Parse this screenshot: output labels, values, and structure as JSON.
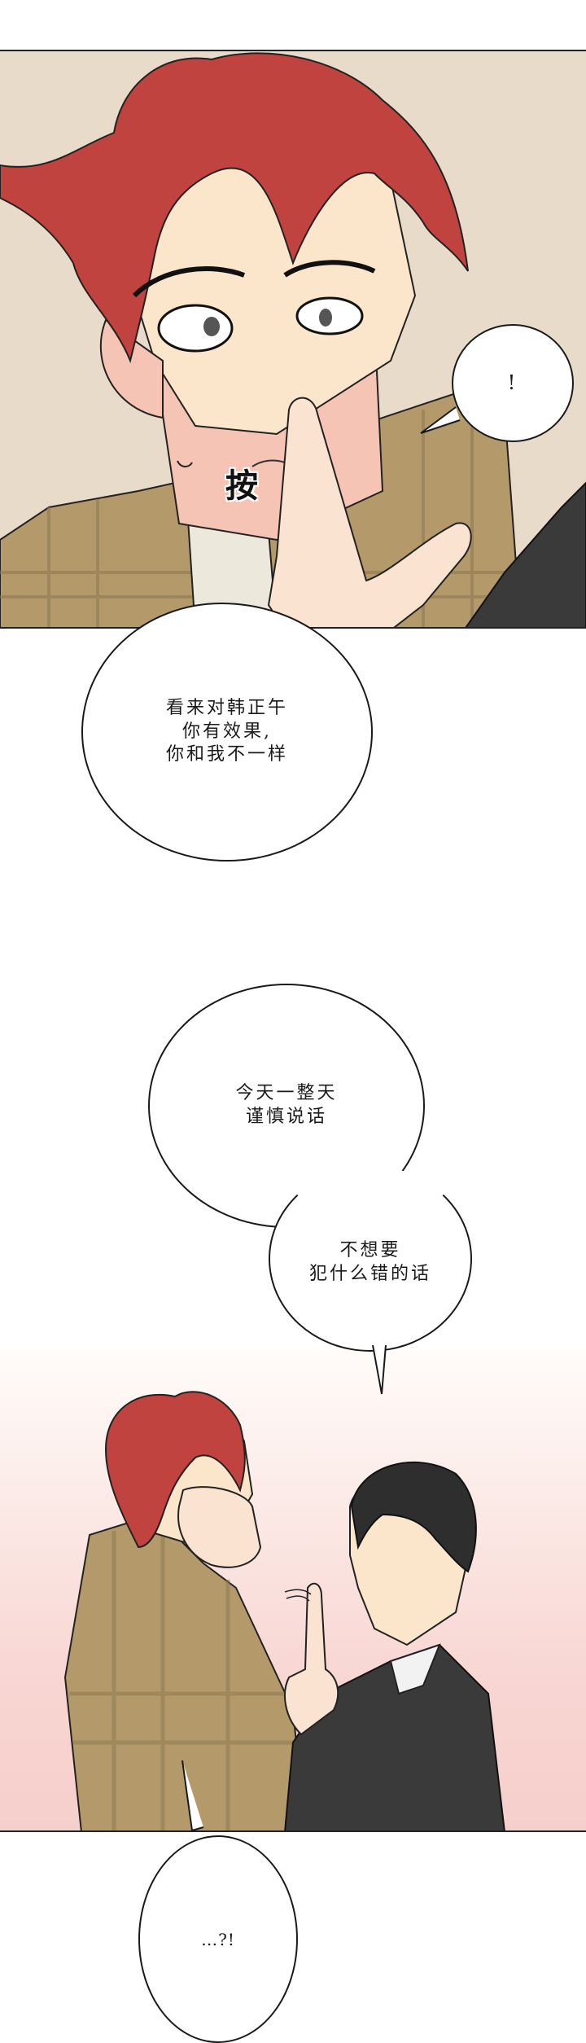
{
  "comic": {
    "panels": [
      {
        "id": "panel-1",
        "description": "close-up of red-haired man being poked on cheek by a finger",
        "sfx": "按",
        "bubbles": [
          {
            "id": "exclaim",
            "text": "!"
          }
        ]
      },
      {
        "id": "panel-2",
        "description": "red-haired man covering mouth while dark-haired man raises a finger",
        "bubbles": []
      }
    ],
    "dialogue": {
      "bubble_1": "看来对韩正午\n你有效果,\n你和我不一样",
      "bubble_2a": "今天一整天\n谨慎说话",
      "bubble_2b": "不想要\n犯什么错的话",
      "bubble_3": "…?!"
    },
    "colors": {
      "panel1_bg": "#e9dbca",
      "hair_red": "#c0433f",
      "skin": "#fbe6cc",
      "plaid_jacket": "#b49a6a",
      "dark_suit": "#3a3a3a",
      "panel2_gradient_bottom": "#f6cfcc"
    }
  }
}
